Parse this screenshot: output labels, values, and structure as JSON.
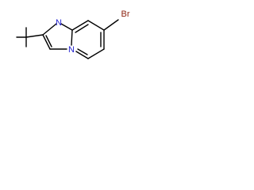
{
  "molecule": {
    "atoms": {
      "bromine": "Br",
      "ring_nitrogen": "N",
      "bridgehead_nitrogen": "N"
    },
    "colors": {
      "bond": "#000000",
      "carbon_text": "#000000",
      "nitrogen": "#1f1fd0",
      "bromine": "#8a1f0c",
      "background": "#ffffff"
    }
  }
}
